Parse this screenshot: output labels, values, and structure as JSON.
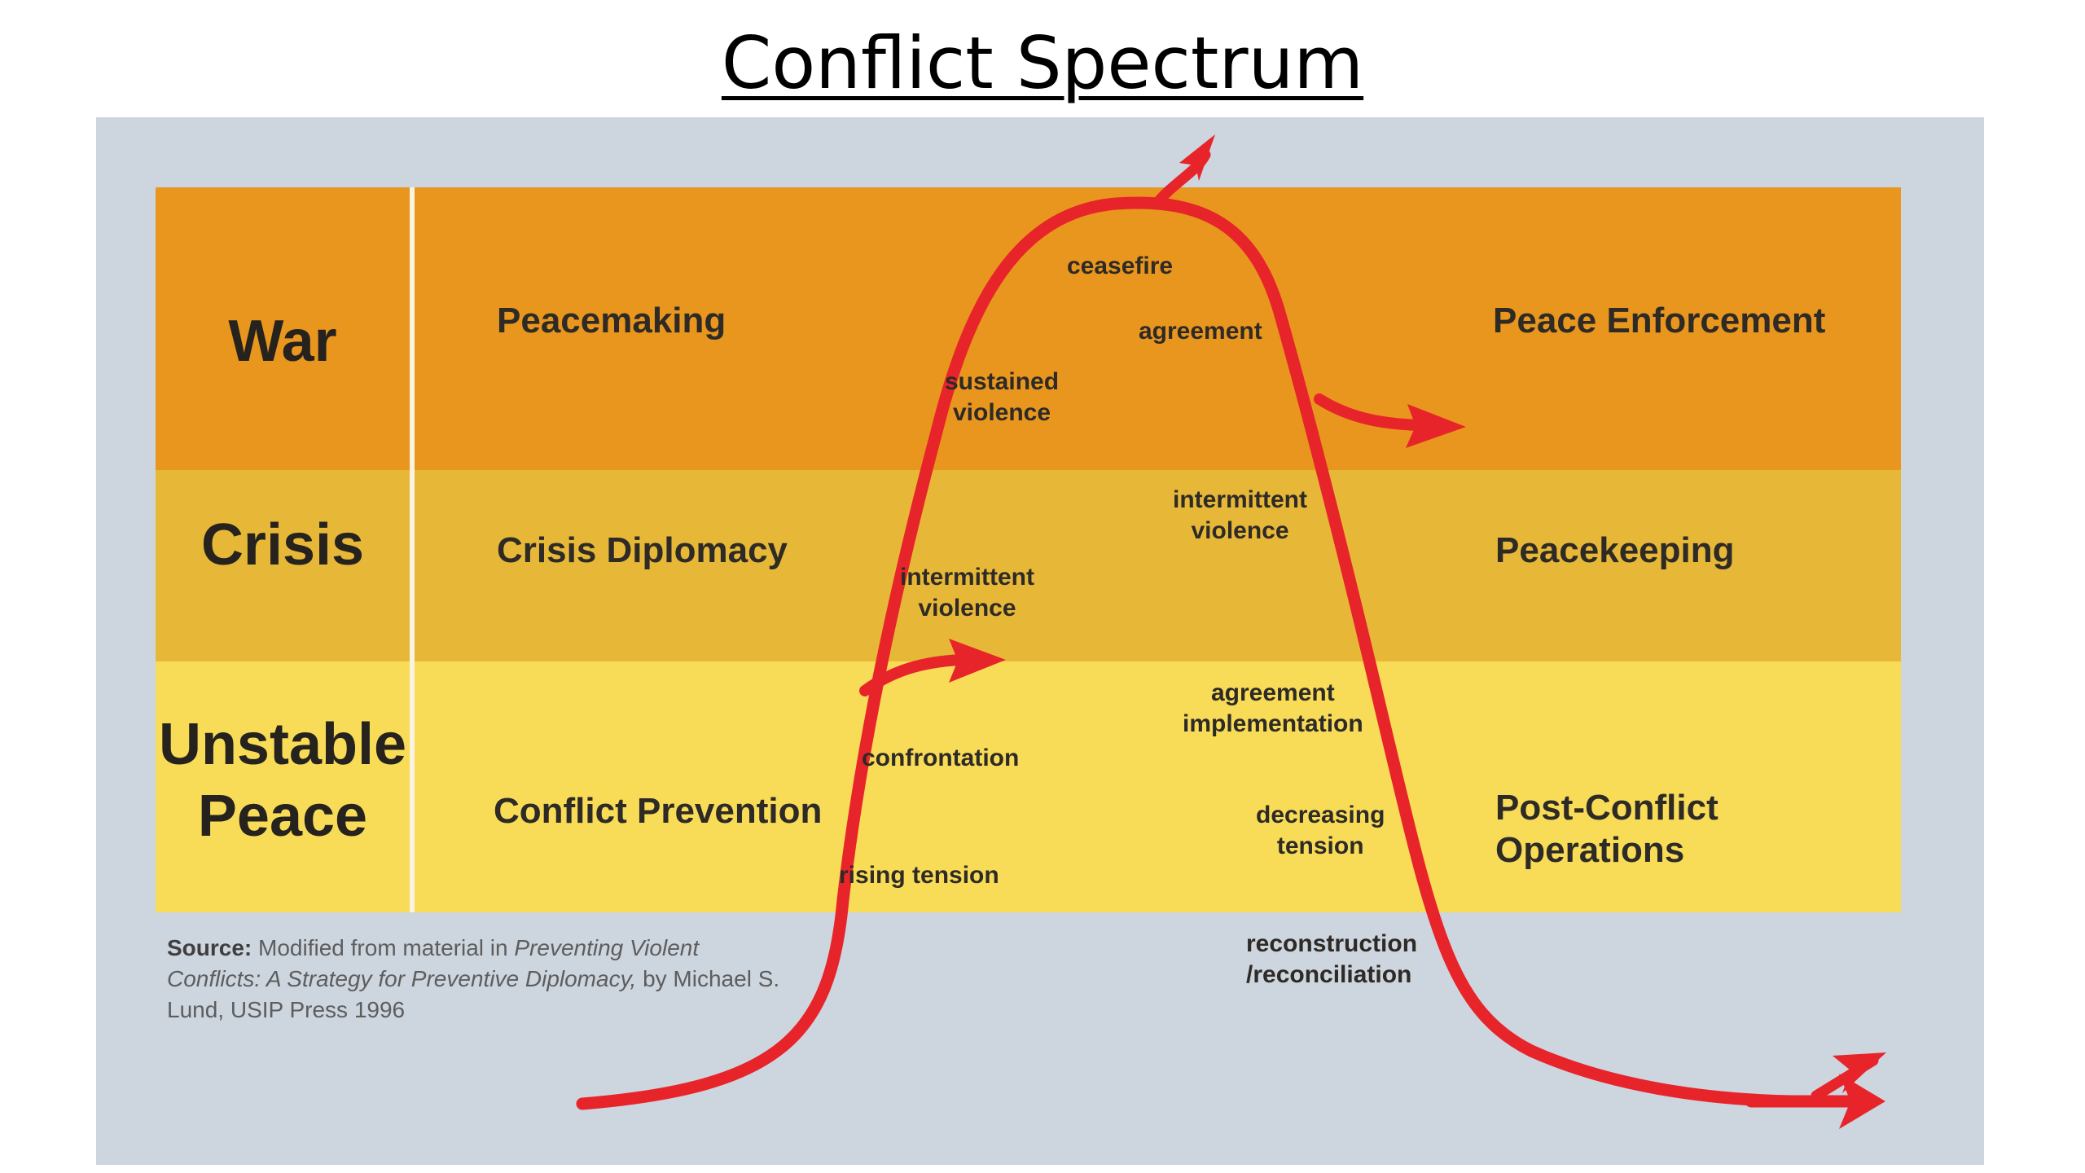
{
  "title": "Conflict Spectrum",
  "levels": {
    "war": "War",
    "crisis": "Crisis",
    "unstable_line1": "Unstable",
    "unstable_line2": "Peace"
  },
  "actions": {
    "peacemaking": "Peacemaking",
    "crisis_diplomacy": "Crisis Diplomacy",
    "conflict_prevention": "Conflict Prevention",
    "peace_enforcement": "Peace Enforcement",
    "peacekeeping": "Peacekeeping",
    "post_conflict_line1": "Post-Conflict",
    "post_conflict_line2": "Operations"
  },
  "stages": {
    "ceasefire": "ceasefire",
    "agreement": "agreement",
    "sustained_violence": "sustained\nviolence",
    "intermittent_violence_rising": "intermittent\nviolence",
    "intermittent_violence_falling": "intermittent\nviolence",
    "agreement_implementation": "agreement\nimplementation",
    "confrontation": "confrontation",
    "decreasing_tension": "decreasing\ntension",
    "rising_tension": "rising tension",
    "reconstruction": "reconstruction\n/reconciliation"
  },
  "source": {
    "label": "Source:",
    "text_before": "Modified from material in",
    "italic": "Preventing Violent Conflicts: A Strategy for Preventive Diplomacy,",
    "text_after": "by Michael S. Lund, USIP Press 1996"
  },
  "colors": {
    "war_band": "#e8961e",
    "crisis_band": "#e7b838",
    "unstable_band": "#f8dc58",
    "background_panel": "#cdd5df",
    "curve": "#e8242b"
  }
}
